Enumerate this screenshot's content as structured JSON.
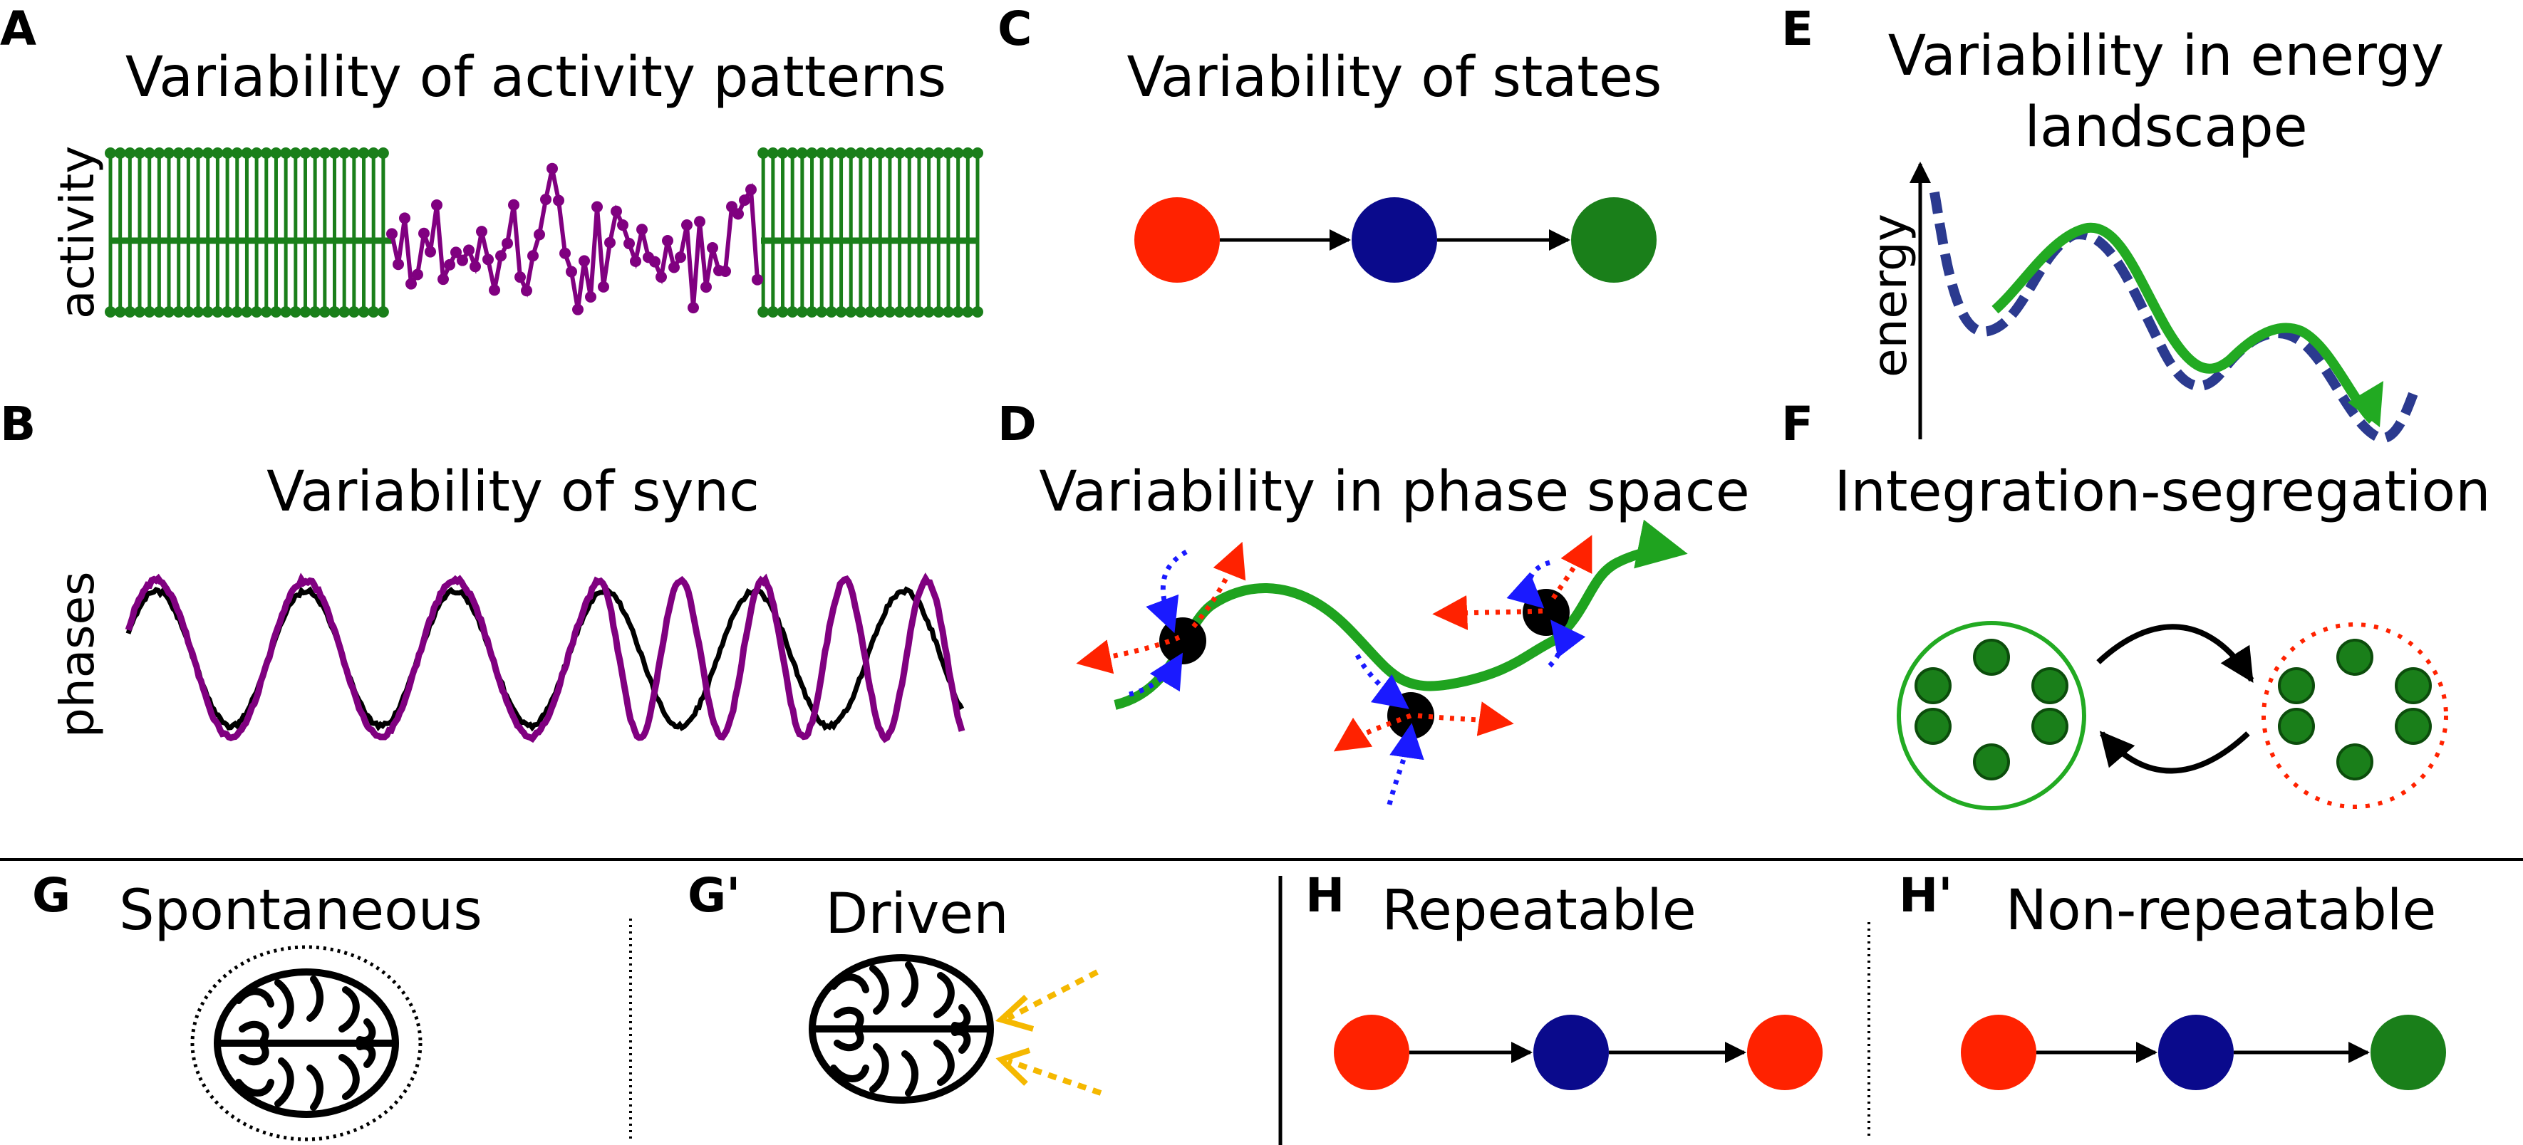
{
  "panels": {
    "A": {
      "label": "A",
      "title": "Variability of activity patterns",
      "ylabel": "activity"
    },
    "B": {
      "label": "B",
      "title": "Variability of sync",
      "ylabel": "phases"
    },
    "C": {
      "label": "C",
      "title": "Variability of states"
    },
    "D": {
      "label": "D",
      "title": "Variability in phase space"
    },
    "E": {
      "label": "E",
      "title_line1": "Variability in energy",
      "title_line2": "landscape",
      "ylabel": "energy"
    },
    "F": {
      "label": "F",
      "title": "Integration-segregation"
    },
    "G": {
      "label": "G",
      "title": "Spontaneous"
    },
    "G2": {
      "label": "G'",
      "title": "Driven"
    },
    "H": {
      "label": "H",
      "title": "Repeatable"
    },
    "H2": {
      "label": "H'",
      "title": "Non-repeatable"
    }
  },
  "colors": {
    "red": "#ff2200",
    "navy": "#0a0a8c",
    "green": "#1a7f1a",
    "purple": "#800080",
    "bright_green": "#22aa22",
    "dashed_blue": "#2b3a8f",
    "arrow_blue": "#1a1aff",
    "arrow_red": "#ff2200",
    "stimulus": "#f5b800"
  },
  "state_sequences": {
    "C": [
      "red",
      "navy",
      "green"
    ],
    "H": [
      "red",
      "navy",
      "red"
    ],
    "H2": [
      "red",
      "navy",
      "green"
    ]
  }
}
